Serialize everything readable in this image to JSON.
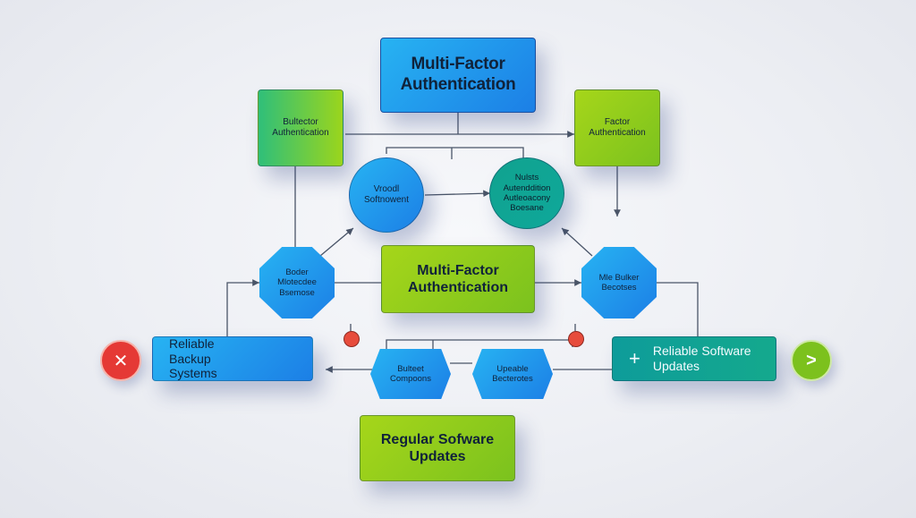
{
  "nodes": {
    "top_center": "Multi-Factor Authentication",
    "top_left": "Bultector Authentication",
    "top_right": "Factor Authentication",
    "circle_left": "Vroodl Softnowent",
    "circle_right": "Nulsts Autenddition Autleoacony Boesane",
    "oct_left": "Boder Mlotecdee Bsemose",
    "center": "Multi-Factor Authentication",
    "oct_right": "Mle Bulker Becotses",
    "backup": "Reliable Backup Systems",
    "updates_right": "Reliable Software Updates",
    "hex_left": "Bulteet Compoons",
    "hex_right": "Upeable Becterotes",
    "bottom": "Regular Sofware Updates"
  },
  "icons": {
    "close_symbol": "✕",
    "next_symbol": ">",
    "plus_symbol": "+"
  },
  "colors": {
    "blue": "#1c8ce8",
    "green": "#8fcc1c",
    "teal": "#10a28f",
    "red": "#e53935",
    "connector": "#4a5568"
  }
}
